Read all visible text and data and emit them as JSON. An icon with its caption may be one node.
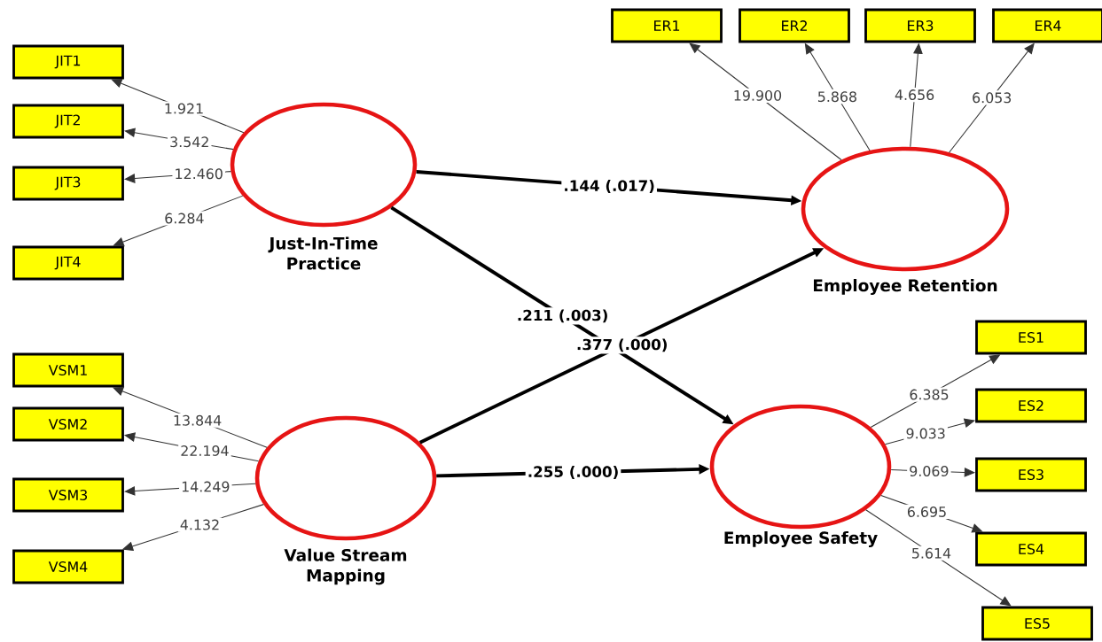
{
  "diagram": {
    "nodes": [
      {
        "text": [
          "JIT1"
        ]
      },
      {
        "text": [
          "JIT2"
        ]
      },
      {
        "text": [
          "JIT3"
        ]
      },
      {
        "text": [
          "JIT4"
        ]
      },
      {
        "text": [
          "Just-In-Time Practice"
        ]
      },
      {
        "text": [
          "VSM1"
        ]
      },
      {
        "text": [
          "VSM2"
        ]
      },
      {
        "text": [
          "VSM3"
        ]
      },
      {
        "text": [
          "VSM4"
        ]
      },
      {
        "text": [
          "Value Stream Mapping"
        ]
      },
      {
        "text": [
          "ER1"
        ]
      },
      {
        "text": [
          "ER2"
        ]
      },
      {
        "text": [
          "ER3"
        ]
      },
      {
        "text": [
          "ER4"
        ]
      },
      {
        "text": [
          "Employee Retention"
        ]
      },
      {
        "text": [
          "Employee Safety"
        ]
      },
      {
        "text": [
          "ES1"
        ]
      },
      {
        "text": [
          "ES2"
        ]
      },
      {
        "text": [
          "ES3"
        ]
      },
      {
        "text": [
          "ES4"
        ]
      },
      {
        "text": [
          "ES5"
        ]
      }
    ],
    "edges": [
      {
        "from": 4,
        "to": 0,
        "arrow": "to",
        "label": "1.921"
      },
      {
        "from": 4,
        "to": 1,
        "arrow": "to",
        "label": "3.542"
      },
      {
        "from": 4,
        "to": 2,
        "arrow": "to",
        "label": "12.460"
      },
      {
        "from": 4,
        "to": 3,
        "arrow": "to",
        "label": "6.284"
      },
      {
        "from": 9,
        "to": 5,
        "arrow": "to",
        "label": "13.844"
      },
      {
        "from": 9,
        "to": 6,
        "arrow": "to",
        "label": "22.194"
      },
      {
        "from": 9,
        "to": 7,
        "arrow": "to",
        "label": "14.249"
      },
      {
        "from": 9,
        "to": 8,
        "arrow": "to",
        "label": "4.132"
      },
      {
        "from": 14,
        "to": 10,
        "arrow": "to",
        "label": "19.900"
      },
      {
        "from": 14,
        "to": 11,
        "arrow": "to",
        "label": "5.868"
      },
      {
        "from": 14,
        "to": 12,
        "arrow": "to",
        "label": "4.656"
      },
      {
        "from": 14,
        "to": 13,
        "arrow": "to",
        "label": "6.053"
      },
      {
        "from": 15,
        "to": 16,
        "arrow": "to",
        "label": "6.385"
      },
      {
        "from": 15,
        "to": 17,
        "arrow": "to",
        "label": "9.033"
      },
      {
        "from": 15,
        "to": 18,
        "arrow": "to",
        "label": "9.069"
      },
      {
        "from": 15,
        "to": 19,
        "arrow": "to",
        "label": "6.695"
      },
      {
        "from": 15,
        "to": 20,
        "arrow": "to",
        "label": "5.614"
      },
      {
        "from": 4,
        "to": 14,
        "arrow": "to",
        "label": ".144 (.017)",
        "style": "thick"
      },
      {
        "from": 4,
        "to": 15,
        "arrow": "to",
        "label": ".211 (.003)",
        "style": "thick"
      },
      {
        "from": 9,
        "to": 14,
        "arrow": "to",
        "label": ".377 (.000)",
        "style": "thick"
      },
      {
        "from": 9,
        "to": 15,
        "arrow": "to",
        "label": ".255 (.000)",
        "style": "thick"
      }
    ]
  }
}
